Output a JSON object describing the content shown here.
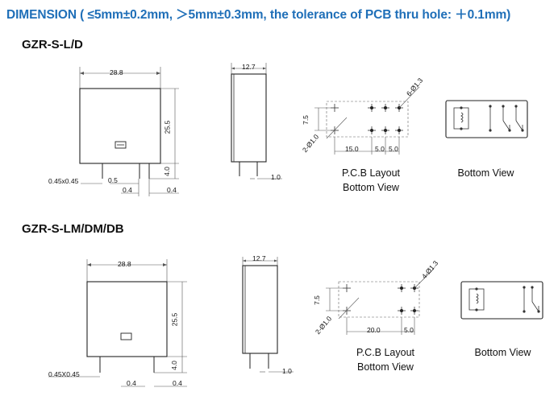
{
  "header": {
    "title": "DIMENSION ( ≤5mm±0.2mm, ＞5mm±0.3mm, the tolerance of PCB thru hole: ＋0.1mm)"
  },
  "sections": [
    {
      "title": "GZR-S-L/D",
      "front": {
        "width": "28.8",
        "height": "25.5",
        "pin_len": "4.0",
        "pin_w": "0.45x0.45",
        "pin_gap": "0.5",
        "pin_t1": "0.4",
        "pin_t2": "0.4"
      },
      "side": {
        "width": "12.7",
        "pin_off": "1.0"
      },
      "pcb": {
        "row": "7.5",
        "d1": "2-Ø1.0",
        "d2": "6-Ø1.3",
        "s1": "15.0",
        "s2": "5.0",
        "s3": "5.0"
      },
      "pcb_caption": [
        "P.C.B Layout",
        "Bottom View"
      ],
      "bottom_caption": "Bottom View"
    },
    {
      "title": "GZR-S-LM/DM/DB",
      "front": {
        "width": "28.8",
        "height": "25.5",
        "pin_len": "4.0",
        "pin_w": "0.45X0.45",
        "pin_t1": "0.4",
        "pin_t2": "0.4"
      },
      "side": {
        "width": "12.7",
        "pin_off": "1.0"
      },
      "pcb": {
        "row": "7.5",
        "d1": "2-Ø1.0",
        "d2": "4-Ø1.3",
        "s1": "20.0",
        "s2": "5.0"
      },
      "pcb_caption": [
        "P.C.B Layout",
        "Bottom View"
      ],
      "bottom_caption": "Bottom View"
    }
  ]
}
